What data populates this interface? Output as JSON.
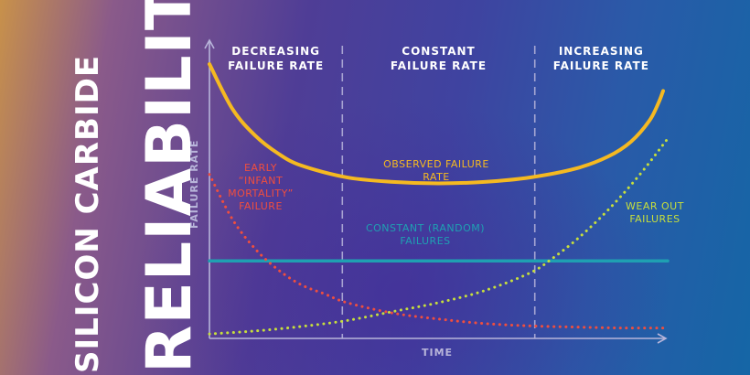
{
  "title": {
    "line1": "SILICON CARBIDE",
    "line2": "RELIABILITY"
  },
  "chart_data": {
    "type": "line",
    "title": "",
    "xlabel": "TIME",
    "ylabel": "FAILURE RATE",
    "xlim": [
      0,
      100
    ],
    "ylim": [
      0,
      100
    ],
    "grid": false,
    "regions": [
      {
        "label": [
          "DECREASING",
          "FAILURE RATE"
        ],
        "x_start": 0,
        "x_end": 29
      },
      {
        "label": [
          "CONSTANT",
          "FAILURE RATE"
        ],
        "x_start": 29,
        "x_end": 71
      },
      {
        "label": [
          "INCREASING",
          "FAILURE RATE"
        ],
        "x_start": 71,
        "x_end": 100
      }
    ],
    "series": [
      {
        "name": "OBSERVED FAILURE RATE",
        "label_lines": [
          "OBSERVED FAILURE",
          "RATE"
        ],
        "style": "solid",
        "color": "#f5b921",
        "x": [
          0,
          5,
          10,
          15,
          20,
          30,
          40,
          50,
          60,
          70,
          80,
          87,
          92,
          96,
          98,
          99
        ],
        "y": [
          92,
          77,
          68,
          62,
          58,
          54,
          52.5,
          52,
          52.5,
          54,
          57,
          61,
          66,
          73,
          79,
          83
        ]
      },
      {
        "name": "EARLY “INFANT MORTALITY” FAILURE",
        "label_lines": [
          "EARLY",
          "“INFANT",
          "MORTALITY”",
          "FAILURE"
        ],
        "style": "dotted",
        "color": "#f04e3e",
        "x": [
          0,
          5,
          10,
          15,
          20,
          25,
          30,
          40,
          50,
          60,
          70,
          80,
          90,
          100
        ],
        "y": [
          55,
          40,
          30,
          23,
          18,
          15,
          12,
          8.5,
          6.5,
          5,
          4.2,
          3.8,
          3.5,
          3.5
        ]
      },
      {
        "name": "CONSTANT (RANDOM) FAILURES",
        "label_lines": [
          "CONSTANT (RANDOM)",
          "FAILURES"
        ],
        "style": "solid",
        "color": "#1fa0b2",
        "x": [
          0,
          100
        ],
        "y": [
          26,
          26
        ]
      },
      {
        "name": "WEAR OUT FAILURES",
        "label_lines": [
          "WEAR OUT",
          "FAILURES"
        ],
        "style": "dotted",
        "color": "#c7df3c",
        "x": [
          0,
          10,
          20,
          30,
          40,
          50,
          60,
          70,
          75,
          80,
          85,
          90,
          95,
          100
        ],
        "y": [
          1.5,
          2.5,
          4,
          6,
          9,
          12,
          16,
          22,
          27,
          33,
          40,
          48,
          57,
          67
        ]
      }
    ]
  }
}
